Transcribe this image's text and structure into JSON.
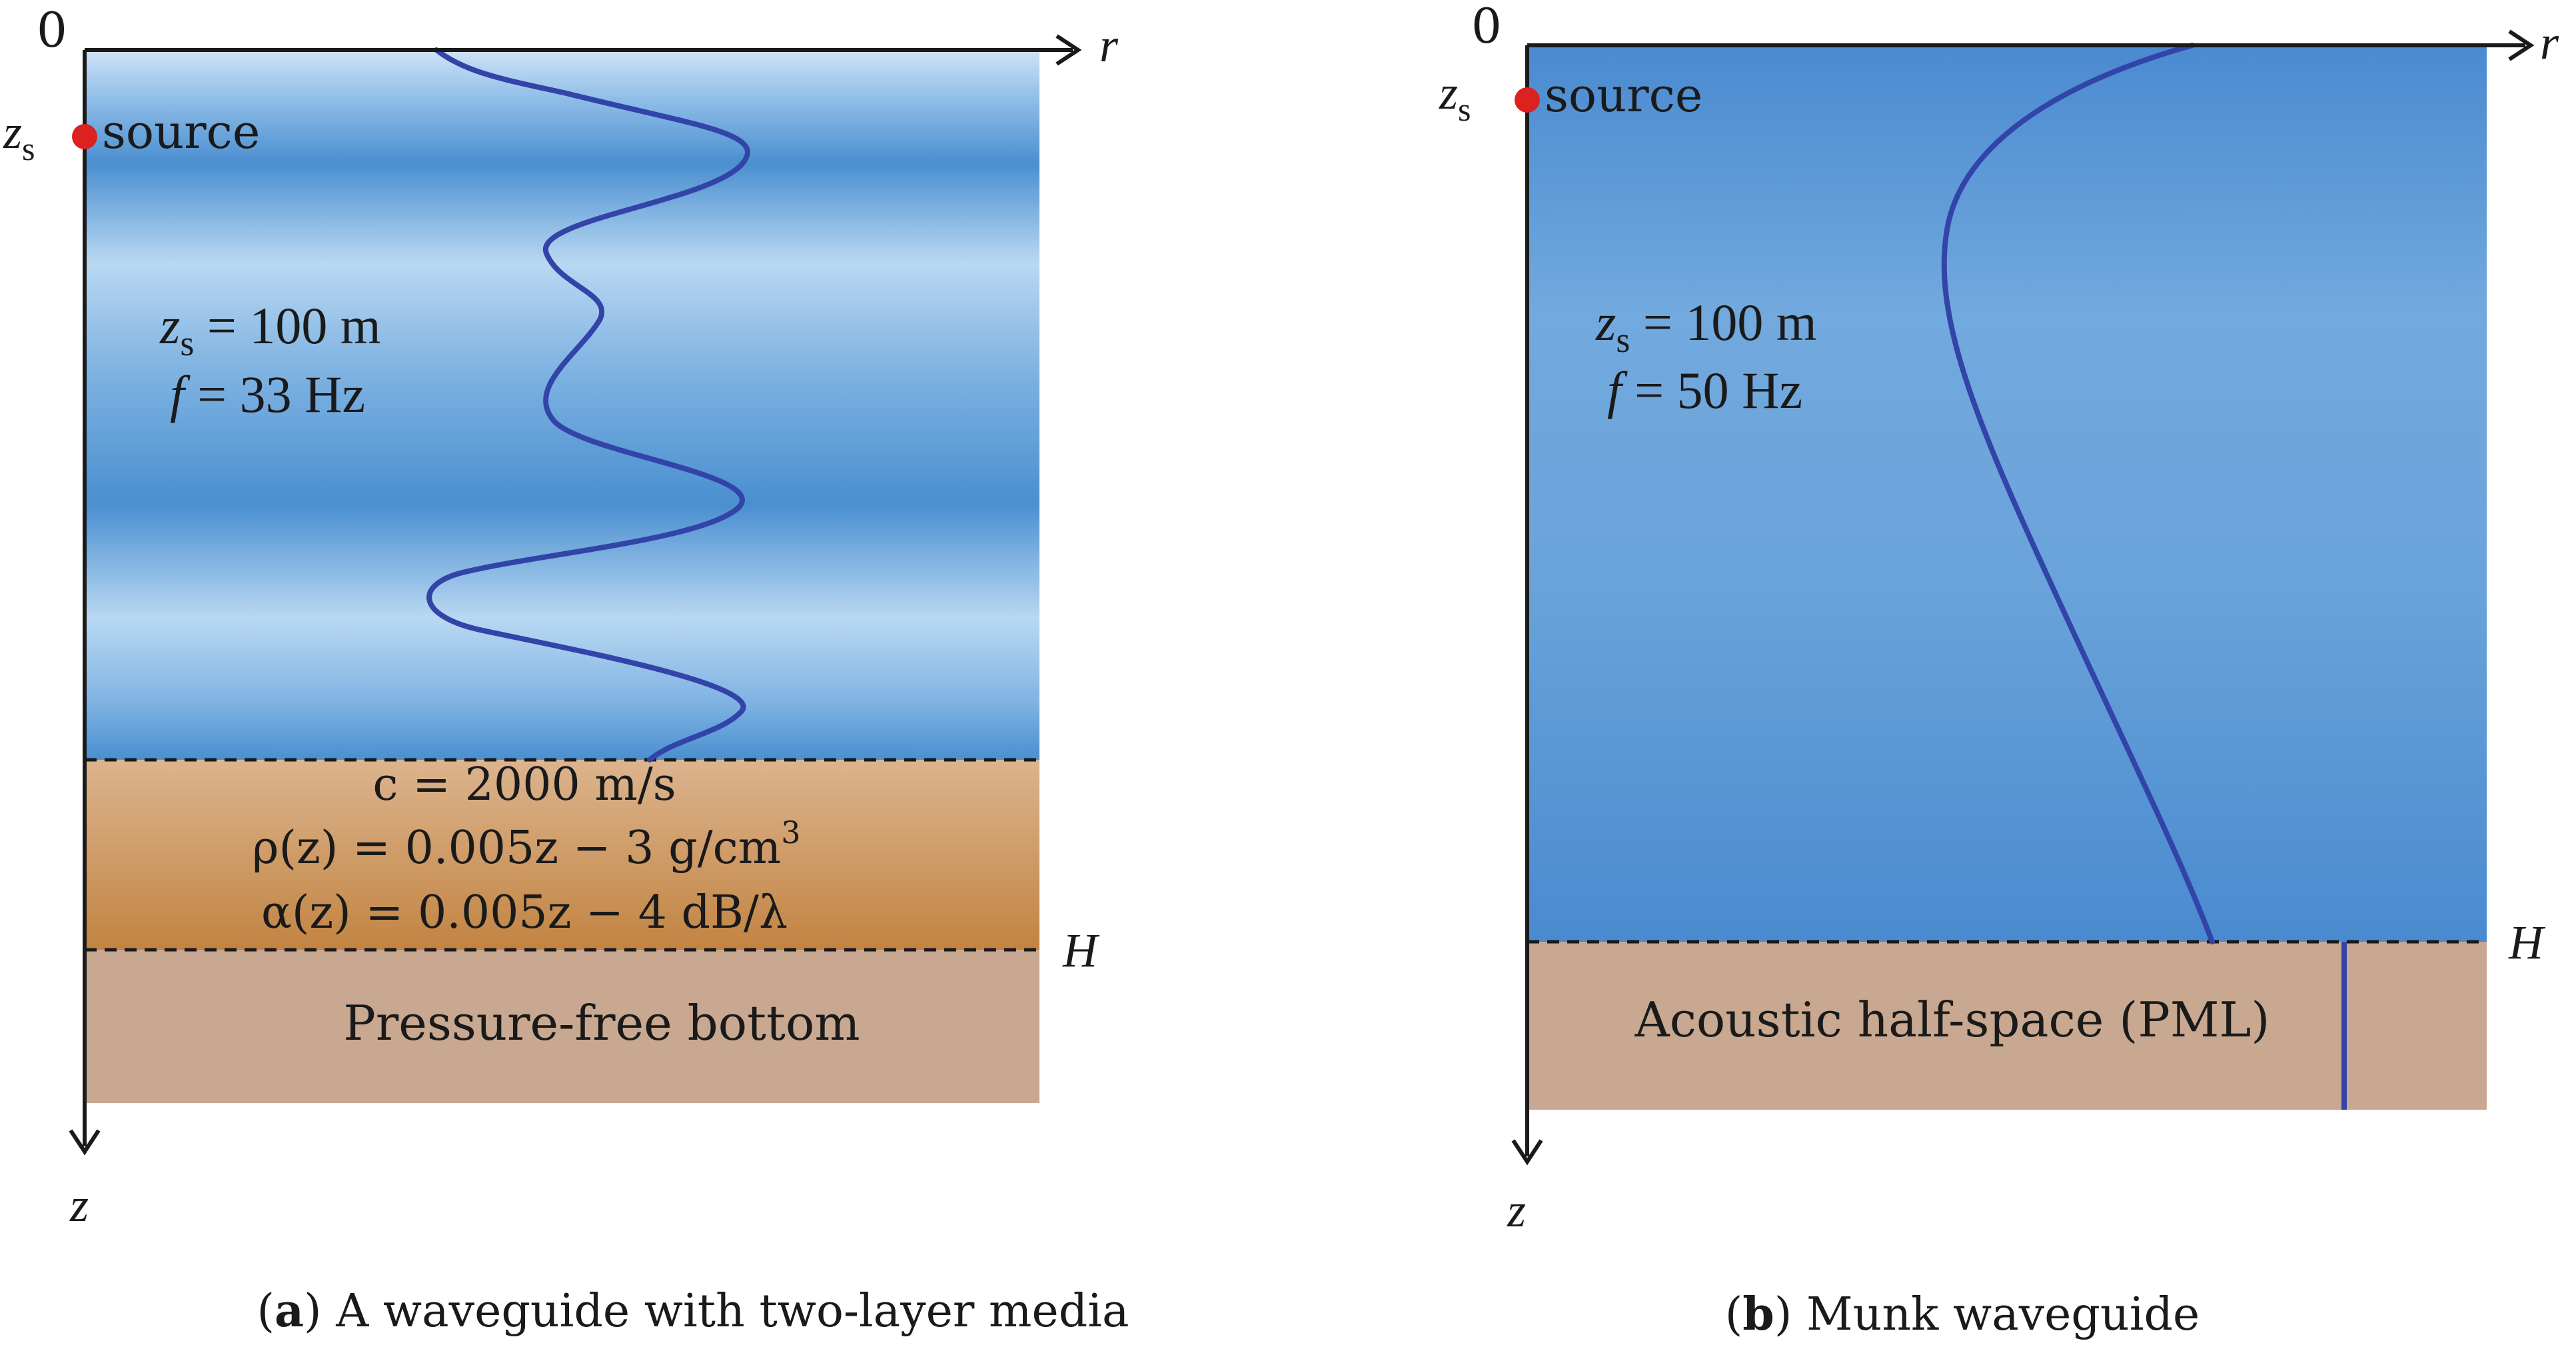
{
  "colors": {
    "water_dark": "#4a8fd0",
    "water_light": "#b9d8f2",
    "sediment_top": "#d8b08a",
    "sediment_bottom": "#c28442",
    "bottom_half_space": "#c8a890",
    "curve": "#3344a8",
    "source_dot": "#dd2020",
    "axis": "#1a1a1a"
  },
  "panel_a": {
    "origin_label": "0",
    "r_axis_label": "r",
    "z_axis_label": "z",
    "zs_label": "z",
    "zs_sub": "s",
    "source_label": "source",
    "param_zs_lhs": "z",
    "param_zs_sub": "s",
    "param_zs_rhs": " = 100 m",
    "param_f_lhs": "f",
    "param_f_rhs": " = 33 Hz",
    "sediment_line1": "c = 2000 m/s",
    "sediment_line2": "ρ(z) = 0.005z − 3 g/cm",
    "sediment_line2_sup": "3",
    "sediment_line3": "α(z) = 0.005z − 4 dB/λ",
    "H_label": "H",
    "bottom_label": "Pressure-free bottom",
    "caption_letter": "a",
    "caption_open": "(",
    "caption_close": ")",
    "caption_text": " A waveguide with two-layer media"
  },
  "panel_b": {
    "origin_label": "0",
    "r_axis_label": "r",
    "z_axis_label": "z",
    "zs_label": "z",
    "zs_sub": "s",
    "source_label": "source",
    "param_zs_lhs": "z",
    "param_zs_sub": "s",
    "param_zs_rhs": " = 100 m",
    "param_f_lhs": "f",
    "param_f_rhs": " = 50 Hz",
    "H_label": "H",
    "bottom_label": "Acoustic half-space (PML)",
    "caption_letter": "b",
    "caption_open": "(",
    "caption_close": ")",
    "caption_text": " Munk waveguide"
  }
}
